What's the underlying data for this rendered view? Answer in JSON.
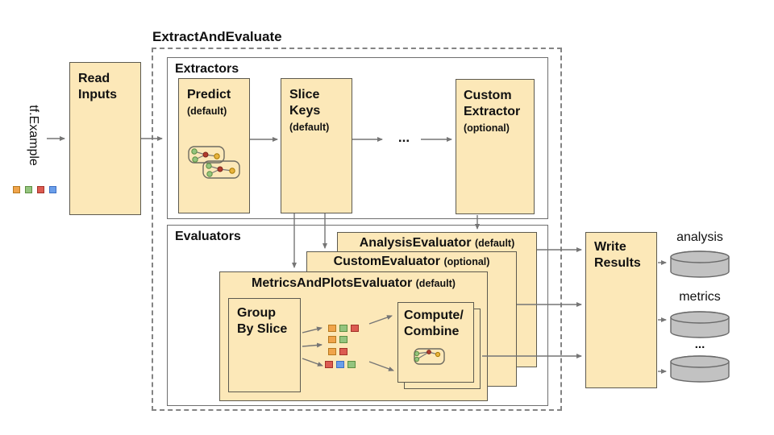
{
  "diagram_title": "ExtractAndEvaluate",
  "input": {
    "label": "tf.Example",
    "squares": [
      "orange",
      "green",
      "red",
      "blue"
    ]
  },
  "read_inputs": {
    "lines": [
      "Read",
      "Inputs"
    ]
  },
  "extractors": {
    "label": "Extractors",
    "predict": {
      "name": "Predict",
      "qualifier": "(default)"
    },
    "slice_keys": {
      "lines": [
        "Slice",
        "Keys"
      ],
      "qualifier": "(default)"
    },
    "ellipsis": "...",
    "custom_extractor": {
      "lines": [
        "Custom",
        "Extractor"
      ],
      "qualifier": "(optional)"
    }
  },
  "evaluators": {
    "label": "Evaluators",
    "analysis": {
      "name": "AnalysisEvaluator",
      "qualifier": "(default)"
    },
    "custom": {
      "name": "CustomEvaluator",
      "qualifier": "(optional)"
    },
    "metrics_and_plots": {
      "name": "MetricsAndPlotsEvaluator",
      "qualifier": "(default)"
    },
    "group_by_slice": {
      "lines": [
        "Group",
        "By Slice"
      ]
    },
    "compute_combine": {
      "lines": [
        "Compute/",
        "Combine"
      ]
    },
    "slice_grid": [
      [
        "orange",
        "green",
        "red"
      ],
      [
        "orange",
        "green"
      ],
      [
        "orange",
        "red"
      ],
      [
        "red",
        "blue",
        "green"
      ]
    ]
  },
  "write_results": {
    "lines": [
      "Write",
      "Results"
    ]
  },
  "outputs": [
    {
      "label": "analysis"
    },
    {
      "label": "metrics"
    },
    {
      "label": "..."
    }
  ],
  "icons": {
    "predict": "model-graph-icon",
    "compute_combine": "combine-graph-icon",
    "output_store": "database-cylinder-icon"
  },
  "colors": {
    "box_fill": "#FCE8B8",
    "box_border": "#5D5A4F",
    "container_border": "#6E6E6E",
    "dashed_border": "#848484",
    "arrow": "#757575",
    "cylinder_fill": "#C2C2C2",
    "cylinder_border": "#696969",
    "squares": {
      "orange": {
        "fill": "#F0A44B",
        "border": "#B7791F"
      },
      "green": {
        "fill": "#94C47E",
        "border": "#5E8F42"
      },
      "red": {
        "fill": "#DC5B51",
        "border": "#A33229"
      },
      "blue": {
        "fill": "#6A9EEA",
        "border": "#3D6FC2"
      }
    }
  }
}
